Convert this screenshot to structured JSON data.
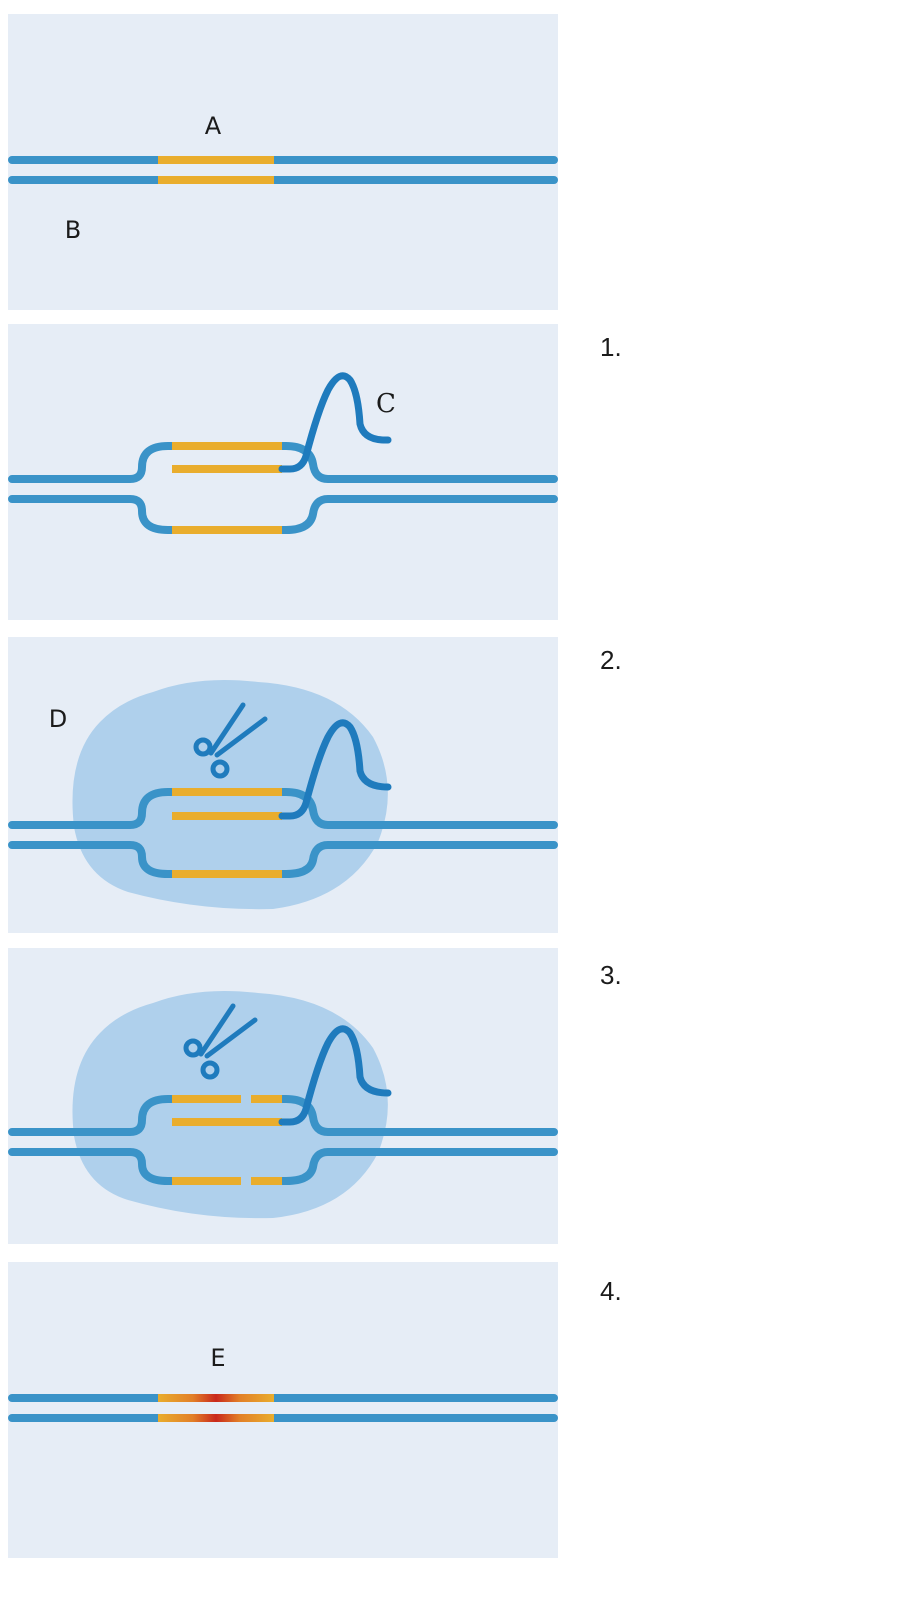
{
  "colors": {
    "panel_bg": "#e6edf6",
    "dna_strand": "#3a93c8",
    "target_segment": "#e9ad2d",
    "guide_rna": "#1f7bbd",
    "enzyme_blob": "#afd0ec",
    "repair_site": "#c9281c"
  },
  "panels": [
    {
      "labels": [
        "A",
        "B"
      ],
      "step": ""
    },
    {
      "labels": [
        "C"
      ],
      "step": "1."
    },
    {
      "labels": [
        "D"
      ],
      "step": "2."
    },
    {
      "labels": [],
      "step": "3."
    },
    {
      "labels": [
        "E"
      ],
      "step": "4."
    }
  ]
}
